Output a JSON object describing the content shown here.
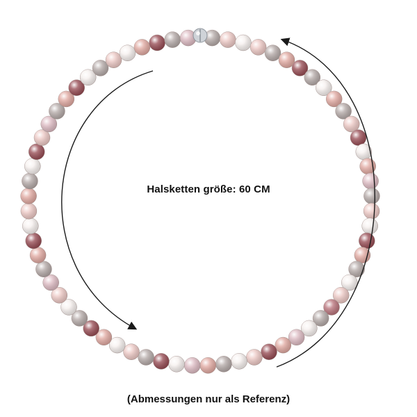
{
  "product": {
    "size_label": "Halsketten größe: 60 CM",
    "reference_note": "(Abmessungen nur als Referenz)"
  },
  "pearl_colors": {
    "white": "#f6f0ee",
    "blush": "#ecc7c3",
    "rose": "#e0a79f",
    "mauve": "#b77078",
    "burgundy": "#94474f",
    "grey": "#b3a8a6",
    "lilac": "#dcb9c1"
  },
  "pearl_sequence": [
    "grey",
    "blush",
    "white",
    "blush",
    "grey",
    "rose",
    "burgundy",
    "grey",
    "white",
    "rose",
    "grey",
    "blush",
    "burgundy",
    "white",
    "rose",
    "lilac",
    "grey",
    "blush",
    "white",
    "burgundy",
    "rose",
    "grey",
    "white",
    "blush",
    "mauve",
    "grey",
    "white",
    "lilac",
    "rose",
    "burgundy",
    "blush",
    "white",
    "grey",
    "rose",
    "lilac",
    "white",
    "burgundy",
    "grey",
    "blush",
    "white",
    "rose",
    "burgundy",
    "grey",
    "white",
    "blush",
    "lilac",
    "grey",
    "rose",
    "burgundy",
    "white",
    "blush",
    "rose",
    "grey",
    "white",
    "burgundy",
    "blush",
    "lilac",
    "grey",
    "rose",
    "burgundy",
    "white",
    "grey",
    "blush",
    "white",
    "rose",
    "burgundy",
    "grey",
    "lilac"
  ],
  "clasp": {
    "color": "#cfd3d8",
    "type": "magnetic-ball-clasp"
  },
  "arrow_color": "#1a1a1a"
}
